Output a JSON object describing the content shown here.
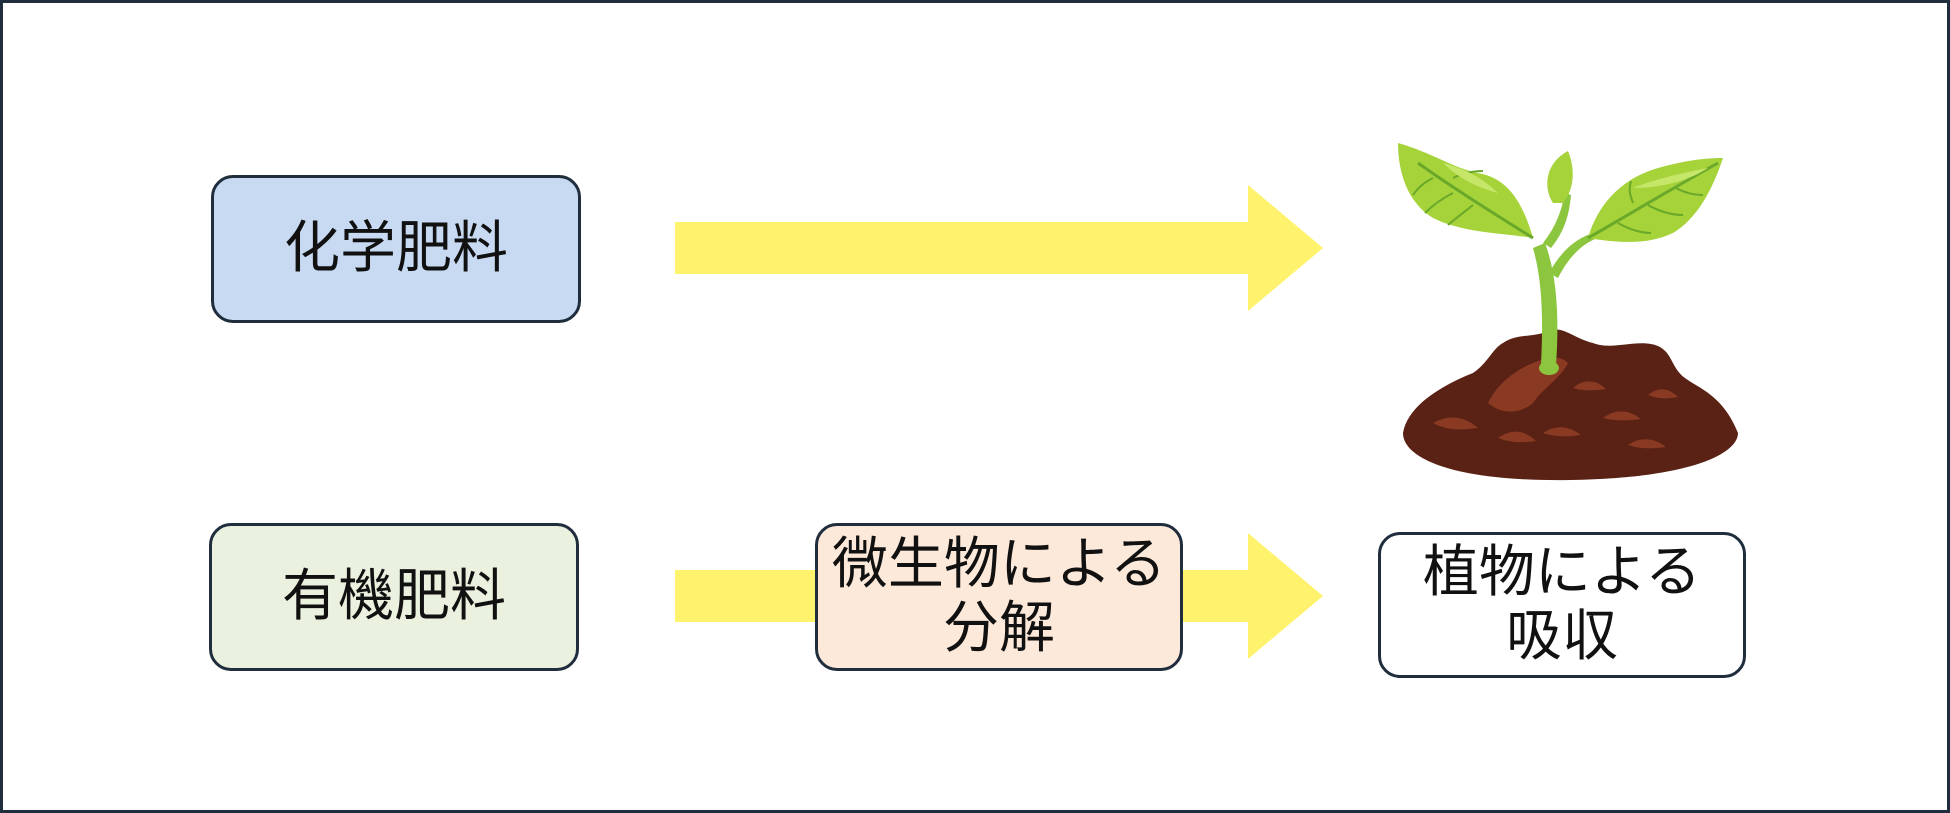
{
  "colors": {
    "frame": "#1f2d3d",
    "arrow": "#fff36e",
    "chemical_fill": "#c8daf2",
    "organic_fill": "#ebf1df",
    "microbe_fill": "#fde9da",
    "plant_fill": "#ffffff",
    "soil_dark": "#5a2115",
    "soil_light": "#8a3a22",
    "leaf_light": "#a6d33a",
    "leaf_dark": "#6aa82a"
  },
  "chemical_fertilizer": {
    "label": "化学肥料"
  },
  "organic_fertilizer": {
    "label": "有機肥料"
  },
  "microbe_decomposition": {
    "label": "微生物による\n分解"
  },
  "plant_absorption": {
    "label": "植物による\n吸収"
  },
  "icons": {
    "plant": "sprout-in-soil-icon"
  }
}
